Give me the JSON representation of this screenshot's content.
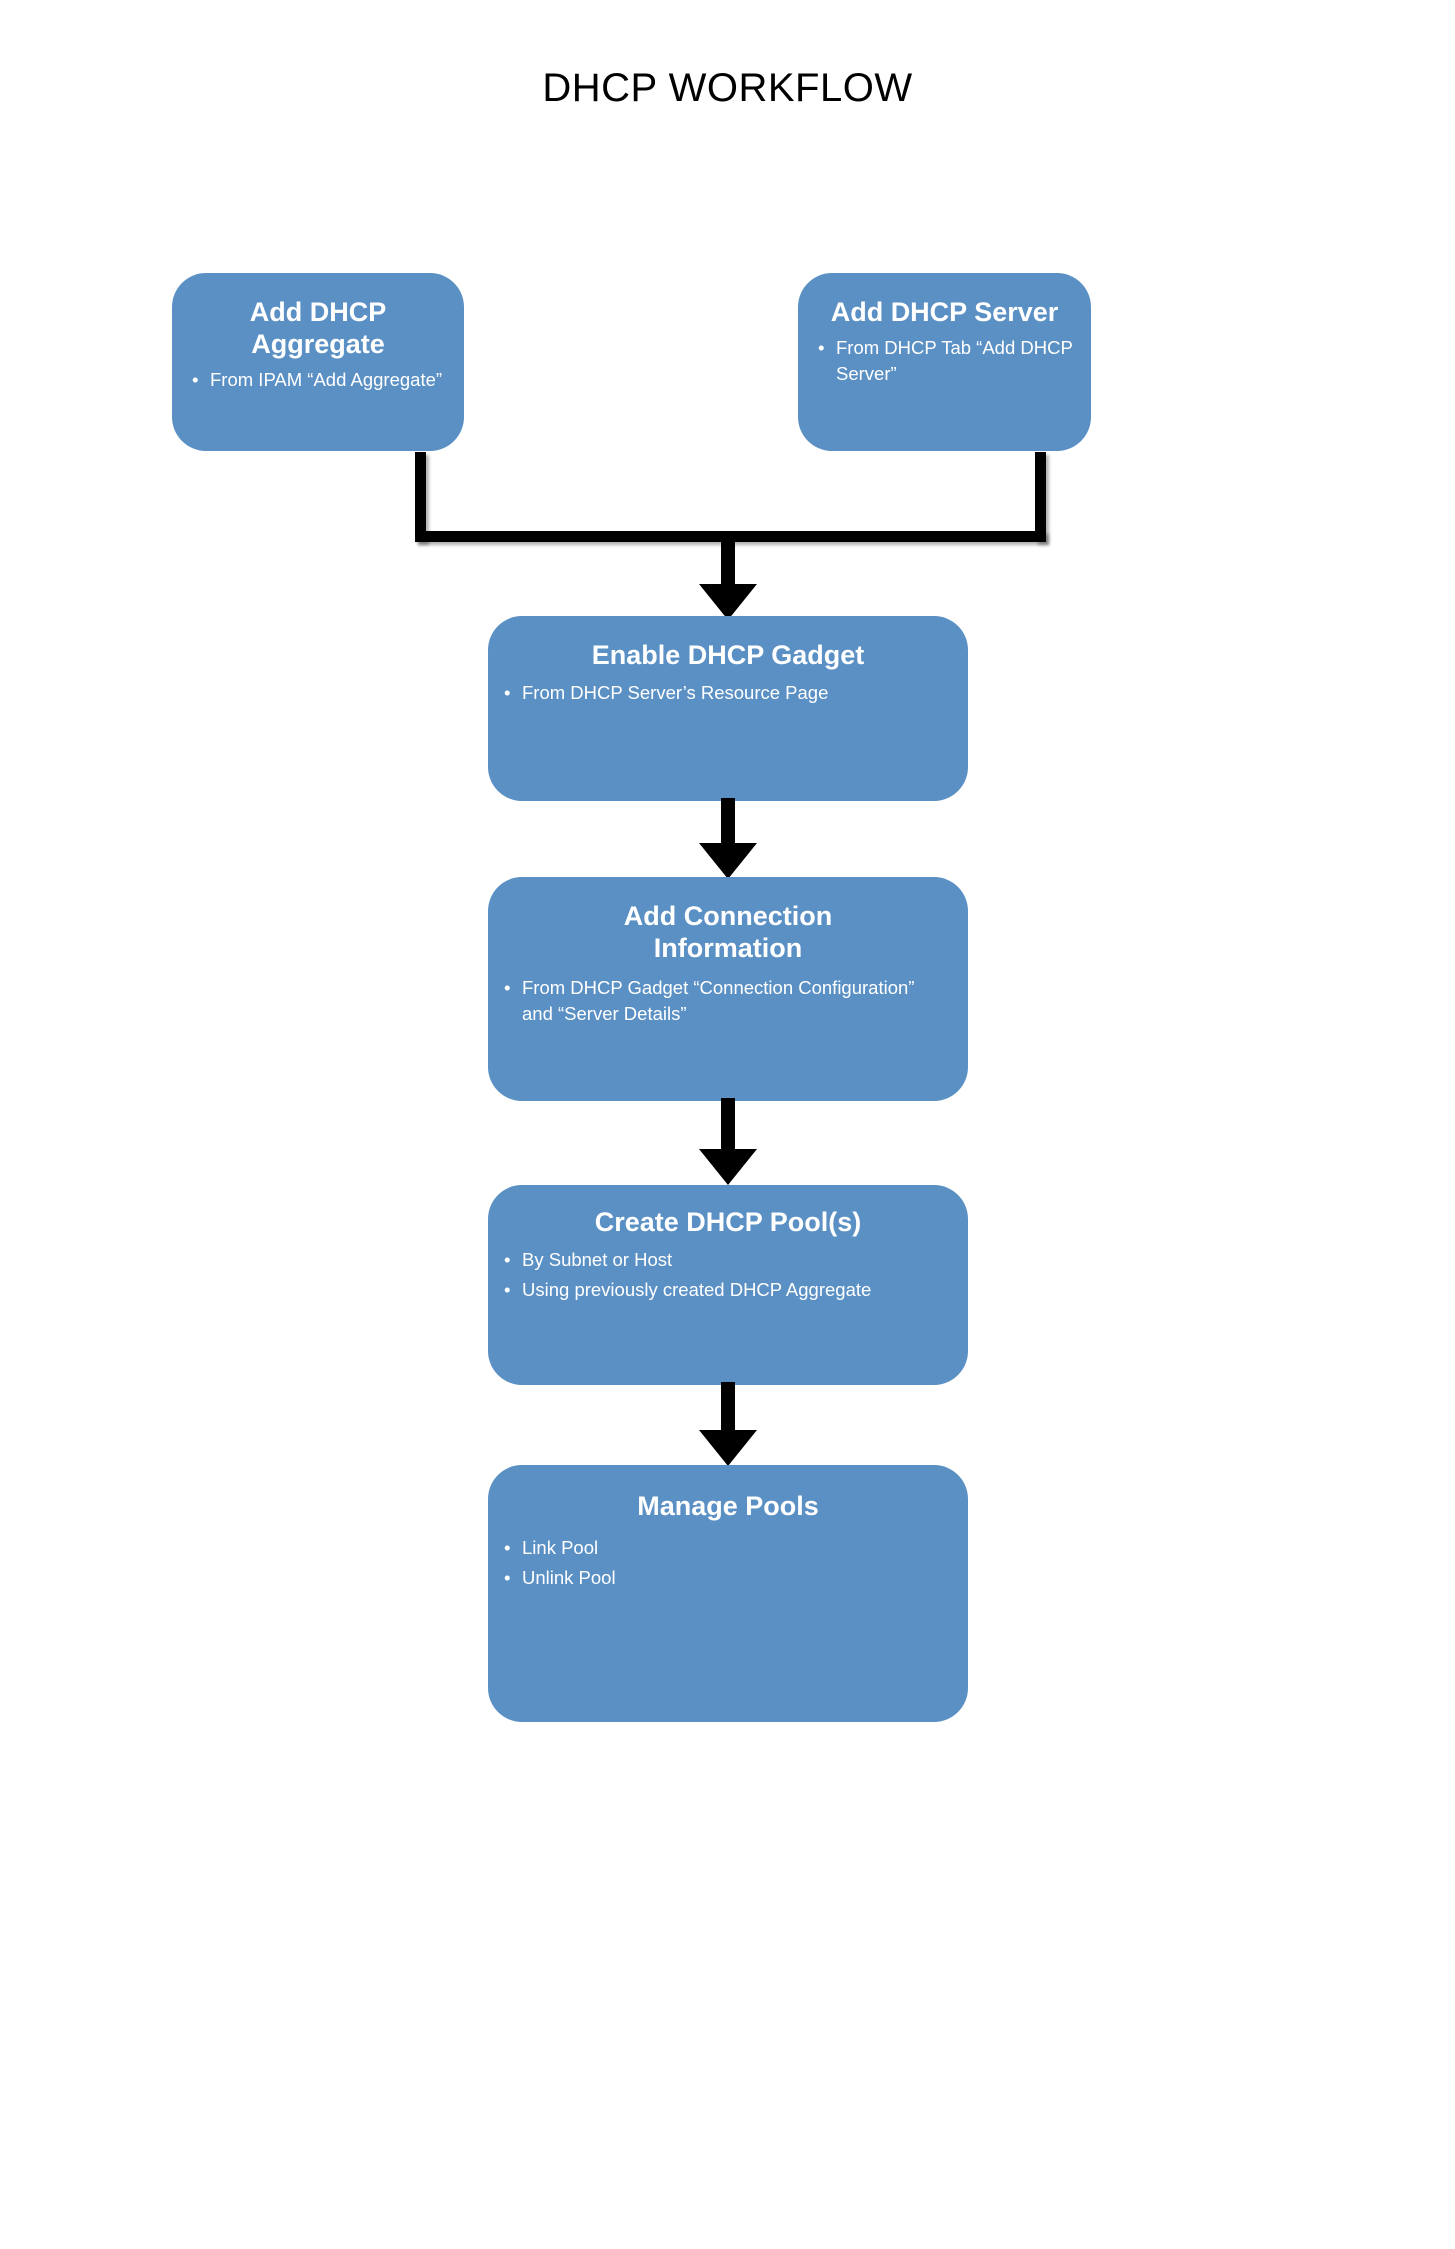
{
  "title": "DHCP WORKFLOW",
  "theme": {
    "node_fill": "#5b90c5",
    "node_text": "#ffffff",
    "connector": "#000000",
    "background": "#ffffff"
  },
  "nodes": [
    {
      "id": "add-aggregate",
      "title": "Add DHCP Aggregate",
      "bullets": [
        "From  IPAM “Add Aggregate”"
      ]
    },
    {
      "id": "add-server",
      "title": "Add DHCP Server",
      "bullets": [
        "From  DHCP Tab “Add DHCP Server”"
      ]
    },
    {
      "id": "enable-gadget",
      "title": "Enable DHCP Gadget",
      "bullets": [
        "From  DHCP Server’s Resource Page"
      ]
    },
    {
      "id": "add-connection",
      "title": "Add Connection\nInformation",
      "bullets": [
        "From  DHCP Gadget “Connection Configuration” and “Server Details”"
      ]
    },
    {
      "id": "create-pools",
      "title": "Create DHCP Pool(s)",
      "bullets": [
        "By Subnet or Host",
        "Using previously created DHCP Aggregate"
      ]
    },
    {
      "id": "manage-pools",
      "title": "Manage Pools",
      "bullets": [
        "Link Pool",
        "Unlink Pool"
      ]
    }
  ],
  "bullet_glyph": "•",
  "connectors": [
    {
      "id": "merge-bracket",
      "from": [
        "add-aggregate",
        "add-server"
      ],
      "to": "enable-gadget",
      "style": "bracket-merge-arrow"
    },
    {
      "id": "gadget-to-connection",
      "from": "enable-gadget",
      "to": "add-connection",
      "style": "down-arrow"
    },
    {
      "id": "connection-to-pools",
      "from": "add-connection",
      "to": "create-pools",
      "style": "down-arrow"
    },
    {
      "id": "pools-to-manage",
      "from": "create-pools",
      "to": "manage-pools",
      "style": "down-arrow"
    }
  ]
}
